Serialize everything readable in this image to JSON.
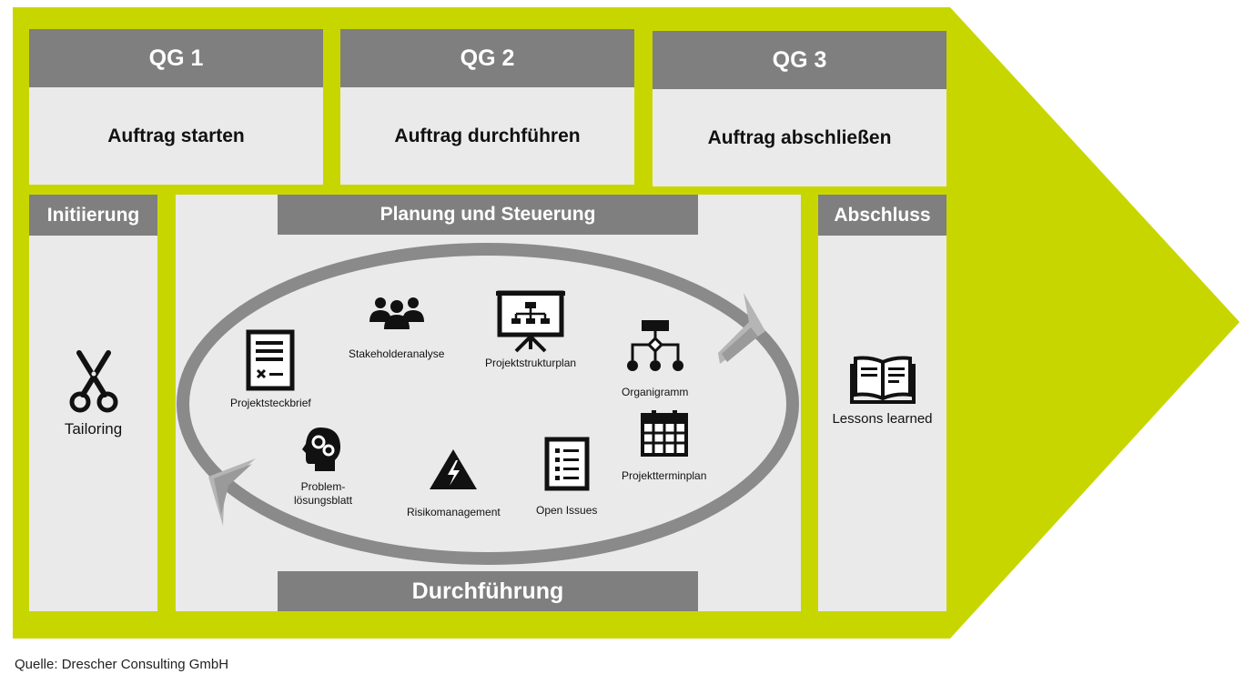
{
  "colors": {
    "accent": "#c8d600",
    "header_gray": "#7f7f7f",
    "panel": "#eaeaea"
  },
  "quality_gates": [
    {
      "gate": "QG 1",
      "task": "Auftrag starten"
    },
    {
      "gate": "QG 2",
      "task": "Auftrag durchführen"
    },
    {
      "gate": "QG 3",
      "task": "Auftrag abschließen"
    }
  ],
  "initiation": {
    "title": "Initiierung",
    "item_label": "Tailoring",
    "icon": "scissors-icon"
  },
  "planning": {
    "title": "Planung und Steuerung",
    "execution_label": "Durchführung",
    "items": [
      {
        "label": "Projektsteckbrief",
        "icon": "document-icon"
      },
      {
        "label": "Stakeholderanalyse",
        "icon": "group-icon"
      },
      {
        "label": "Projektstrukturplan",
        "icon": "presentation-board-icon"
      },
      {
        "label": "Organigramm",
        "icon": "org-chart-icon"
      },
      {
        "label": "Problem-",
        "label2": "lösungsblatt",
        "icon": "head-gears-icon"
      },
      {
        "label": "Risikomanagement",
        "icon": "warning-icon"
      },
      {
        "label": "Open Issues",
        "icon": "checklist-icon"
      },
      {
        "label": "Projektterminplan",
        "icon": "calendar-icon"
      }
    ]
  },
  "closing": {
    "title": "Abschluss",
    "item_label": "Lessons learned",
    "icon": "open-book-icon"
  },
  "source": "Quelle: Drescher Consulting GmbH"
}
